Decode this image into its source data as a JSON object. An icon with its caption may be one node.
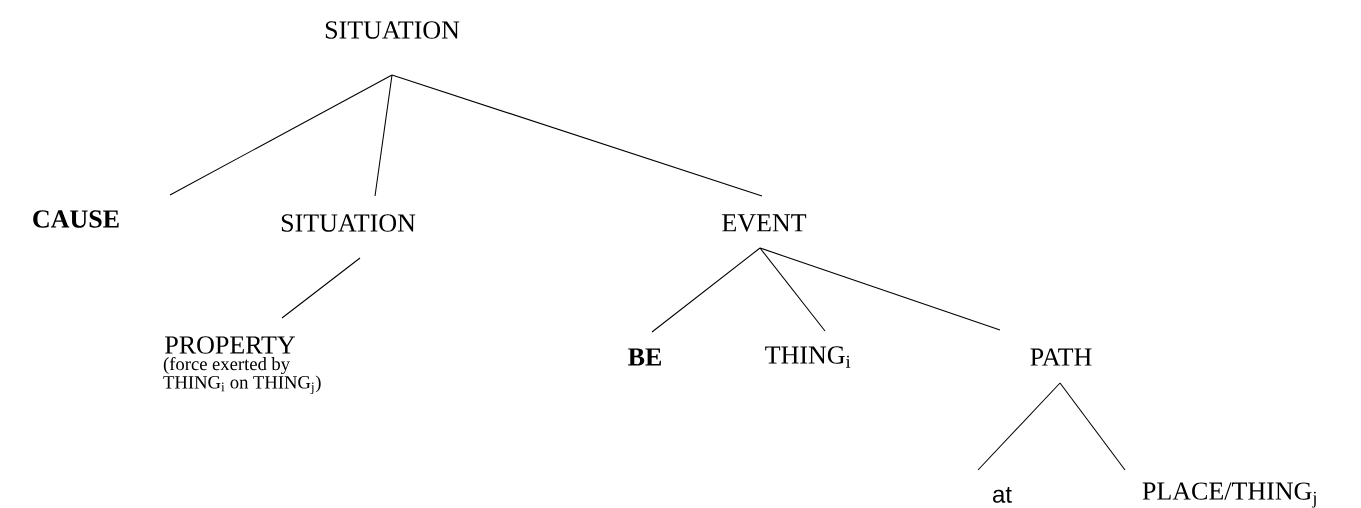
{
  "diagram": {
    "nodes": [
      {
        "text": [
          "SITUATION"
        ]
      },
      {
        "text": [
          "CAUSE"
        ]
      },
      {
        "text": [
          "SITUATION"
        ]
      },
      {
        "text": [
          "EVENT"
        ]
      },
      {
        "text": [
          "PROPERTY"
        ],
        "beside": [
          "(force exerted by THING$_{i}$ on THING$_{j}$)"
        ]
      },
      {
        "text": [
          "BE"
        ]
      },
      {
        "text": [
          "THING$_{i}$"
        ]
      },
      {
        "text": [
          "PATH"
        ]
      },
      {
        "text": [
          "at"
        ]
      },
      {
        "text": [
          "PLACE/THING$_{j}$"
        ]
      }
    ],
    "edges": [
      {
        "from": 0,
        "to": 1,
        "arrow": "none"
      },
      {
        "from": 0,
        "to": 2,
        "arrow": "none"
      },
      {
        "from": 0,
        "to": 3,
        "arrow": "none"
      },
      {
        "from": 2,
        "to": 4,
        "arrow": "none"
      },
      {
        "from": 3,
        "to": 5,
        "arrow": "none"
      },
      {
        "from": 3,
        "to": 6,
        "arrow": "none"
      },
      {
        "from": 3,
        "to": 7,
        "arrow": "none"
      },
      {
        "from": 7,
        "to": 8,
        "arrow": "none"
      },
      {
        "from": 7,
        "to": 9,
        "arrow": "none"
      }
    ]
  }
}
